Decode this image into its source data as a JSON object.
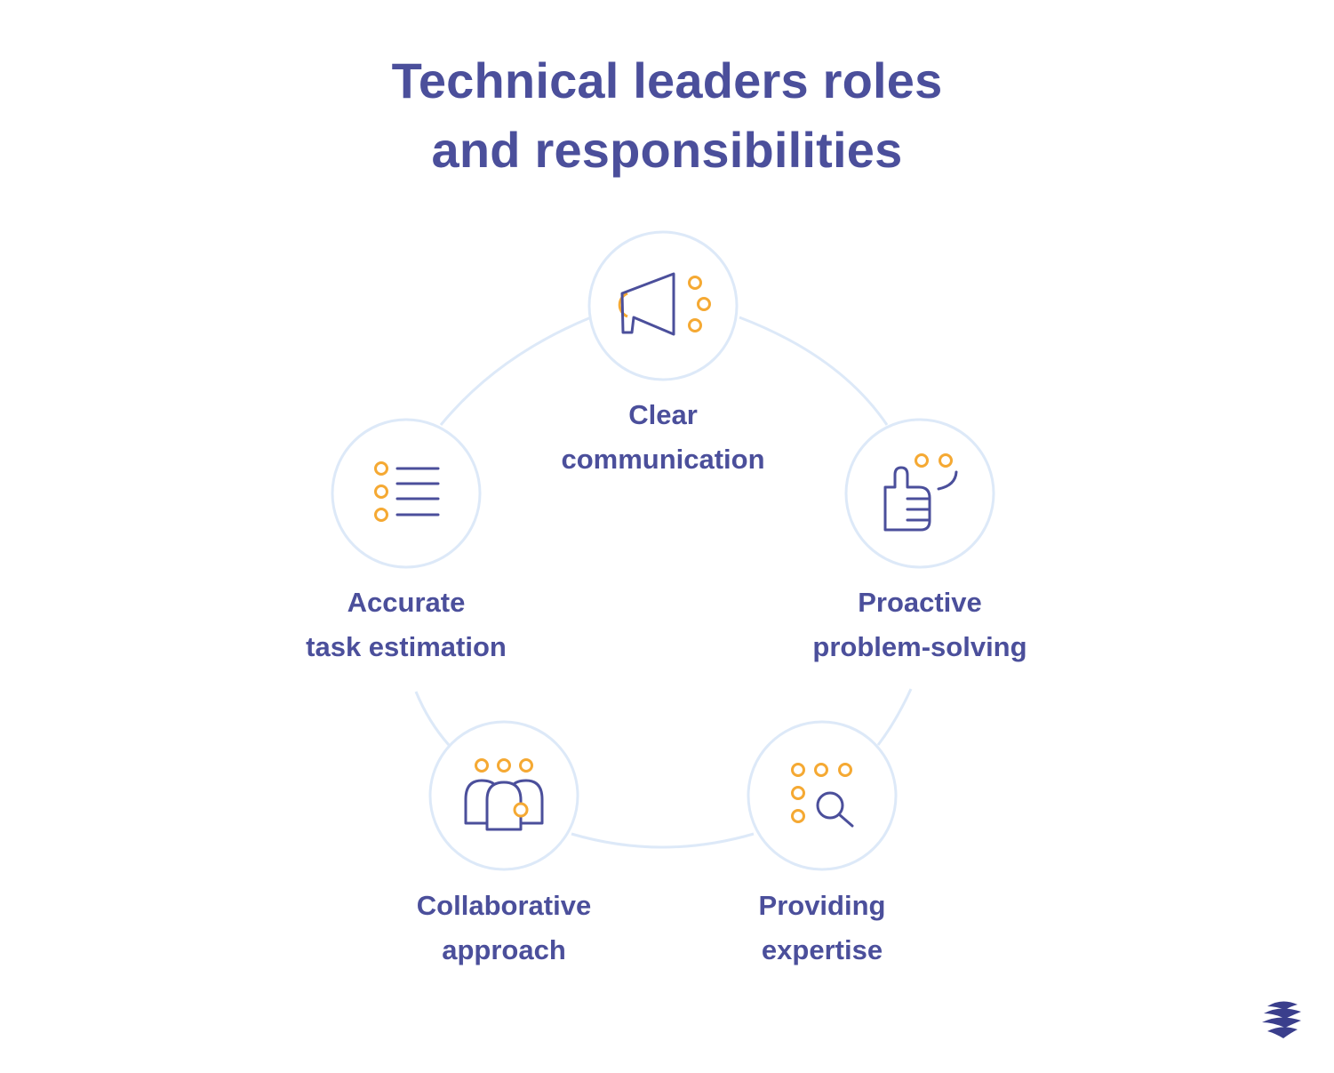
{
  "title": {
    "line1": "Technical leaders roles",
    "line2": "and responsibilities"
  },
  "colors": {
    "text": "#4b4f9b",
    "icon_stroke": "#4b4f9b",
    "accent_dots": "#f5a933",
    "ring": "#dde9f8"
  },
  "nodes": [
    {
      "id": "clear-communication",
      "icon": "megaphone-icon",
      "line1": "Clear",
      "line2": "communication"
    },
    {
      "id": "proactive-problem-solving",
      "icon": "thumbs-up-icon",
      "line1": "Proactive",
      "line2": "problem-solving"
    },
    {
      "id": "providing-expertise",
      "icon": "magnifier-icon",
      "line1": "Providing",
      "line2": "expertise"
    },
    {
      "id": "collaborative-approach",
      "icon": "team-icon",
      "line1": "Collaborative",
      "line2": "approach"
    },
    {
      "id": "accurate-task-estimation",
      "icon": "checklist-icon",
      "line1": "Accurate",
      "line2": "task estimation"
    }
  ],
  "logo": {
    "icon": "brand-logo-icon"
  }
}
